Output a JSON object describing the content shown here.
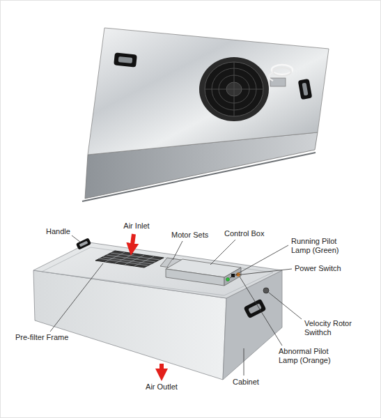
{
  "diagram": {
    "labels": [
      "Handle",
      "Air Inlet",
      "Motor Sets",
      "Control Box",
      "Running Pilot Lamp (Green)",
      "Power Switch",
      "Velocity Rotor Swithch",
      "Pre-filter Frame",
      "Abnormal Pilot Lamp (Orange)",
      "Cabinet",
      "Air Outlet"
    ]
  }
}
